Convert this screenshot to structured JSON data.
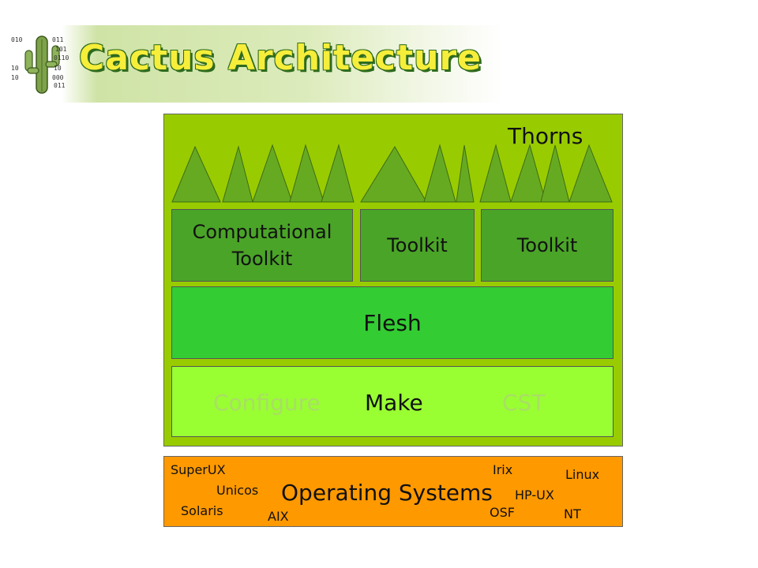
{
  "slide": {
    "title": "Cactus Architecture",
    "logo": {
      "icon": "cactus-logo-icon",
      "bits": [
        "010",
        "011",
        "101",
        "0110",
        "10",
        "10",
        "10",
        "000",
        "011"
      ]
    }
  },
  "diagram": {
    "thorns_label": "Thorns",
    "toolkits": [
      {
        "line1": "Computational",
        "line2": "Toolkit"
      },
      {
        "line1": "Toolkit"
      },
      {
        "line1": "Toolkit"
      }
    ],
    "flesh_label": "Flesh",
    "make_row": {
      "configure": "Configure",
      "make": "Make",
      "cst": "CST"
    },
    "operating_systems": {
      "title": "Operating Systems",
      "items": [
        "SuperUX",
        "Unicos",
        "Solaris",
        "AIX",
        "Irix",
        "Linux",
        "HP-UX",
        "OSF",
        "NT"
      ]
    },
    "colors": {
      "outer_panel": "#99cc00",
      "thorn": "#66aa22",
      "toolkit": "#4aa428",
      "flesh": "#33cc33",
      "make_row": "#99ff33",
      "faded_text": "#aadd66",
      "os_panel": "#ff9900",
      "title_text": "#f6ee3a",
      "title_outline": "#2e6b1e"
    }
  }
}
